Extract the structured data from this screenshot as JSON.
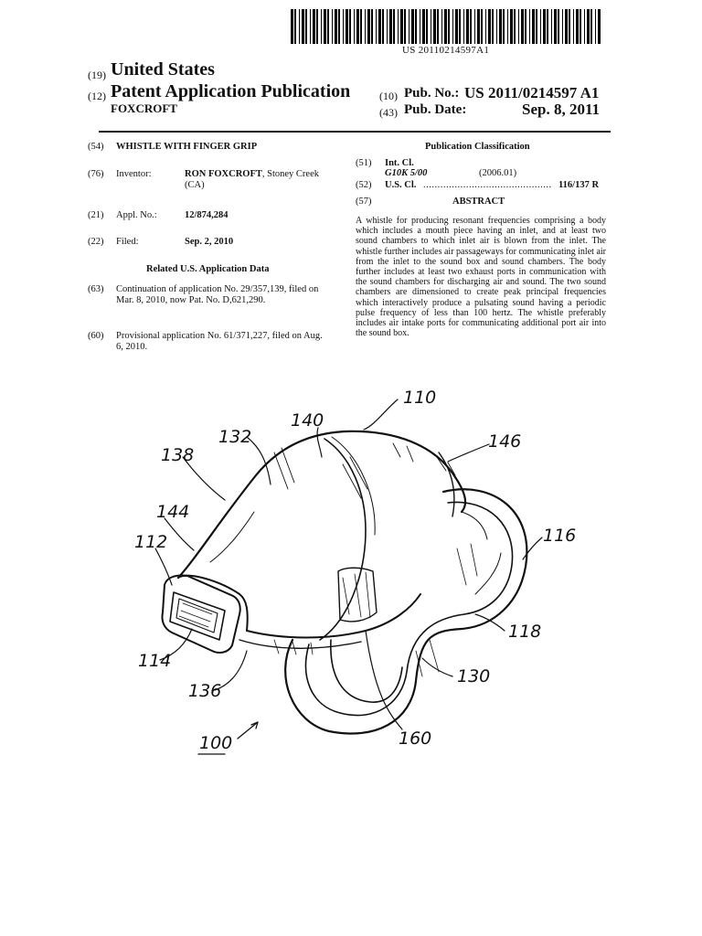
{
  "header": {
    "barcode_number": "US 20110214597A1",
    "code19": "(19)",
    "country": "United States",
    "code12": "(12)",
    "doc_type": "Patent Application Publication",
    "applicant": "FOXCROFT",
    "code10": "(10)",
    "pub_no_label": "Pub. No.:",
    "pub_no": "US 2011/0214597 A1",
    "code43": "(43)",
    "pub_date_label": "Pub. Date:",
    "pub_date": "Sep. 8, 2011"
  },
  "left": {
    "f54_code": "(54)",
    "title": "WHISTLE WITH FINGER GRIP",
    "f76_code": "(76)",
    "inventor_label": "Inventor:",
    "inventor_name": "RON FOXCROFT",
    "inventor_loc1": ", Stoney Creek",
    "inventor_loc2": "(CA)",
    "f21_code": "(21)",
    "appl_label": "Appl. No.:",
    "appl_no": "12/874,284",
    "f22_code": "(22)",
    "filed_label": "Filed:",
    "filed_date": "Sep. 2, 2010",
    "related_title": "Related U.S. Application Data",
    "f63_code": "(63)",
    "f63_line1": "Continuation of application No. 29/357,139, filed on",
    "f63_line2": "Mar. 8, 2010, now Pat. No. D,621,290.",
    "f60_code": "(60)",
    "f60_line1": "Provisional application No. 61/371,227, filed on Aug.",
    "f60_line2": "6, 2010."
  },
  "right": {
    "pub_class_title": "Publication Classification",
    "f51_code": "(51)",
    "int_cl_label": "Int. Cl.",
    "int_cl_value": "G10K 5/00",
    "int_cl_year": "(2006.01)",
    "f52_code": "(52)",
    "us_cl_label": "U.S. Cl.",
    "us_cl_dots": "......................................................",
    "us_cl_value": "116/137 R",
    "f57_code": "(57)",
    "abstract_title": "ABSTRACT",
    "abstract_text": "A whistle for producing resonant frequencies comprising a body which includes a mouth piece having an inlet, and at least two sound chambers to which inlet air is blown from the inlet. The whistle further includes air passageways for communicating inlet air from the inlet to the sound box and sound chambers. The body further includes at least two exhaust ports in communication with the sound chambers for discharging air and sound. The two sound chambers are dimensioned to create peak principal frequencies which interactively produce a pulsating sound having a periodic pulse frequency of less than 100 hertz. The whistle preferably includes air intake ports for communicating additional port air into the sound box."
  },
  "figure": {
    "labels": [
      "110",
      "140",
      "132",
      "146",
      "138",
      "144",
      "112",
      "116",
      "118",
      "114",
      "136",
      "130",
      "160",
      "100"
    ]
  }
}
